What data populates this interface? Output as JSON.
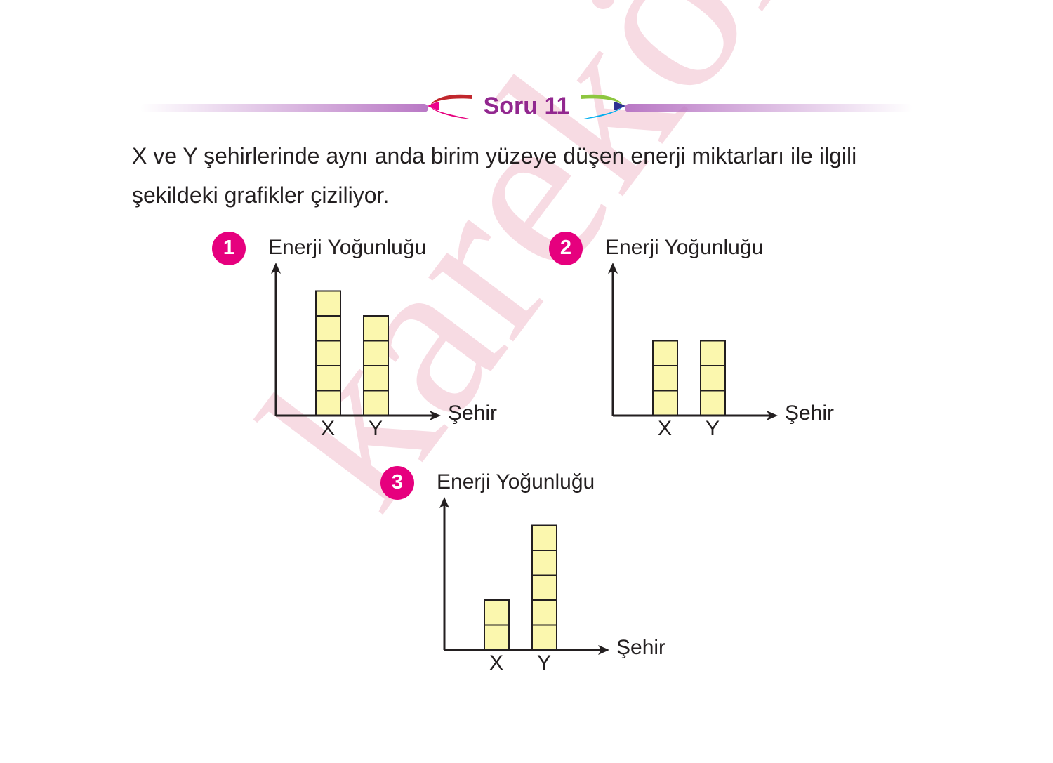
{
  "header": {
    "title": "Soru 11"
  },
  "question": {
    "text": "X ve Y şehirlerinde aynı anda birim yüzeye düşen enerji miktarları ile ilgili şekildeki grafikler çiziliyor."
  },
  "watermark": "karekök",
  "colors": {
    "bar_fill": "#fbf7ae",
    "badge": "#e6007e",
    "title": "#92278f",
    "axis": "#231f20"
  },
  "chart_data": [
    {
      "type": "bar",
      "number": "1",
      "ylabel": "Enerji Yoğunluğu",
      "xlabel": "Şehir",
      "categories": [
        "X",
        "Y"
      ],
      "values": [
        5,
        4
      ],
      "unit": "kare"
    },
    {
      "type": "bar",
      "number": "2",
      "ylabel": "Enerji Yoğunluğu",
      "xlabel": "Şehir",
      "categories": [
        "X",
        "Y"
      ],
      "values": [
        3,
        3
      ],
      "unit": "kare"
    },
    {
      "type": "bar",
      "number": "3",
      "ylabel": "Enerji Yoğunluğu",
      "xlabel": "Şehir",
      "categories": [
        "X",
        "Y"
      ],
      "values": [
        2,
        5
      ],
      "unit": "kare"
    }
  ]
}
